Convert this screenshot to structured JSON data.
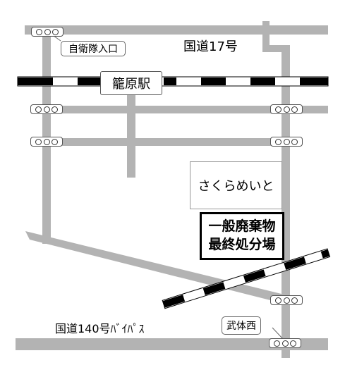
{
  "roads": {
    "route17": "国道17号",
    "route140": "国道140号ﾊﾞｲﾊﾟｽ"
  },
  "stations": {
    "kagohara": "籠原駅"
  },
  "intersections": {
    "jieitai": "自衛隊入口",
    "taketai_nishi": "武体西"
  },
  "facilities": {
    "sakurameito": "さくらめいと",
    "landfill_line1": "一般廃棄物",
    "landfill_line2": "最終処分場"
  },
  "colors": {
    "road": "#b3b3b3",
    "rail_dark": "#000000",
    "rail_light": "#ffffff",
    "highlight_border": "#000000"
  }
}
